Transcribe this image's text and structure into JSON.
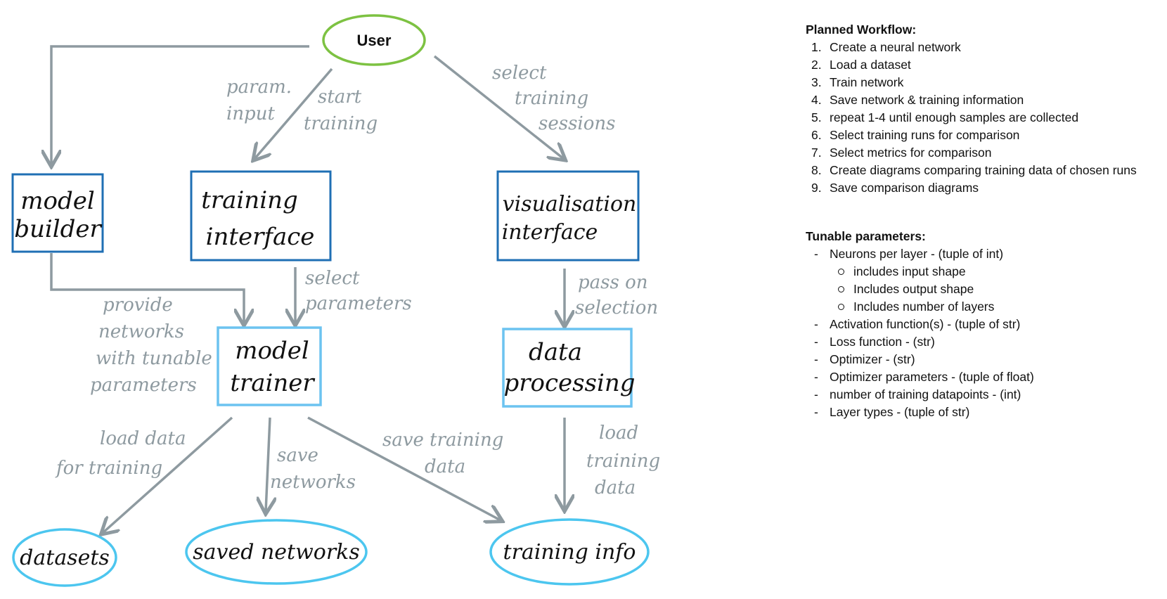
{
  "diagram": {
    "nodes": {
      "user": "User",
      "model_builder": [
        "model",
        "builder"
      ],
      "training_interface": [
        "training",
        "interface"
      ],
      "visualisation_interface": [
        "visualisation",
        "interface"
      ],
      "model_trainer": [
        "model",
        "trainer"
      ],
      "data_processing": [
        "data",
        "processing"
      ],
      "datasets": "datasets",
      "saved_networks": "saved networks",
      "training_info": "training info"
    },
    "edge_labels": {
      "param_input": [
        "param.",
        "input"
      ],
      "start_training": [
        "start",
        "training"
      ],
      "select_training_sessions": [
        "select",
        "training",
        "sessions"
      ],
      "select_parameters": [
        "select",
        "parameters"
      ],
      "pass_on_selection": [
        "pass on",
        "selection"
      ],
      "provide_networks": [
        "provide",
        "networks",
        "with tunable",
        "parameters"
      ],
      "load_data_for_training": [
        "load data",
        "for training"
      ],
      "save_networks": [
        "save",
        "networks"
      ],
      "save_training_data": [
        "save training",
        "data"
      ],
      "load_training_data": [
        "load",
        "training",
        "data"
      ]
    },
    "colors": {
      "arrow": "#8e9aa0",
      "box_dark_border": "#1f6fb4",
      "box_light_border": "#6cc3f0",
      "ellipse_blue": "#4cc6ef",
      "ellipse_green": "#7dc242"
    }
  },
  "planned_workflow": {
    "heading": "Planned Workflow:",
    "items": [
      {
        "num": "1.",
        "text": "Create a neural network"
      },
      {
        "num": "2.",
        "text": "Load a dataset"
      },
      {
        "num": "3.",
        "text": "Train network"
      },
      {
        "num": "4.",
        "text": "Save network & training information"
      },
      {
        "num": "5.",
        "text": "repeat 1-4 until enough samples are collected"
      },
      {
        "num": "6.",
        "text": "Select training runs for comparison"
      },
      {
        "num": "7.",
        "text": "Select metrics for comparison"
      },
      {
        "num": "8.",
        "text": "Create diagrams comparing training data of chosen runs"
      },
      {
        "num": "9.",
        "text": "Save comparison diagrams"
      }
    ]
  },
  "tunable_parameters": {
    "heading": "Tunable parameters:",
    "bullet": "-",
    "items": [
      "Neurons per layer - (tuple of int)",
      "Activation function(s) - (tuple of str)",
      "Loss function - (str)",
      "Optimizer - (str)",
      "Optimizer parameters - (tuple of float)",
      "number of training datapoints - (int)",
      "Layer types - (tuple of str)"
    ],
    "sub_items": [
      "includes input shape",
      "Includes output shape",
      "Includes number of layers"
    ]
  }
}
